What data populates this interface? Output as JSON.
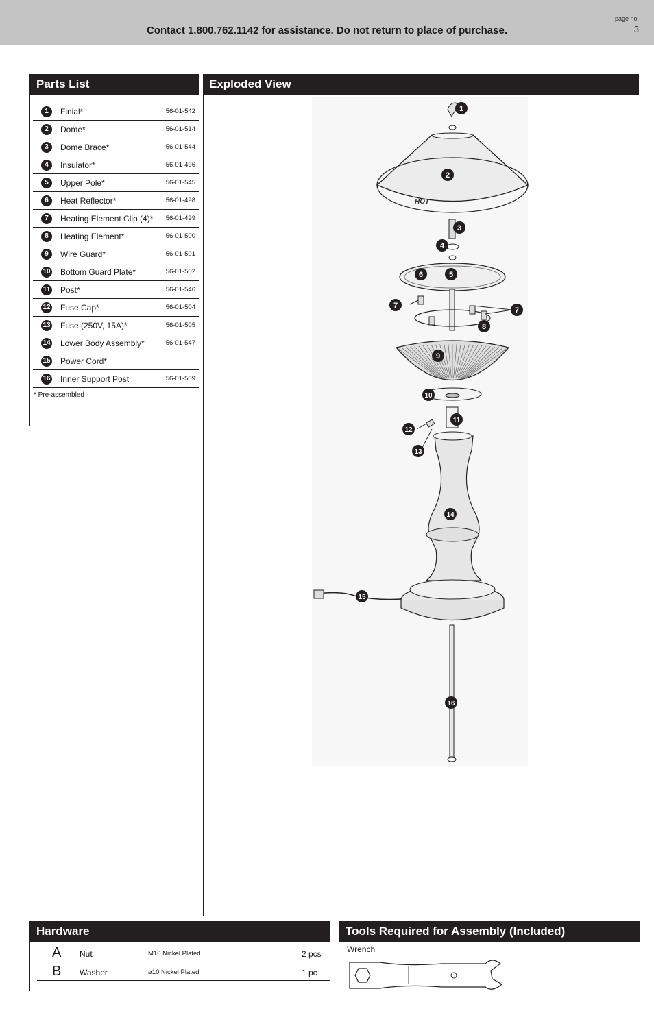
{
  "header": {
    "contact": "Contact 1.800.762.1142 for assistance. Do not return to place of purchase.",
    "page_label": "page no.",
    "page_number": "3"
  },
  "parts_list": {
    "title": "Parts List",
    "items": [
      {
        "num": "1",
        "name": "Finial*",
        "code": "56-01-542"
      },
      {
        "num": "2",
        "name": "Dome*",
        "code": "56-01-514"
      },
      {
        "num": "3",
        "name": "Dome Brace*",
        "code": "56-01-544"
      },
      {
        "num": "4",
        "name": "Insulator*",
        "code": "56-01-496"
      },
      {
        "num": "5",
        "name": "Upper Pole*",
        "code": "56-01-545"
      },
      {
        "num": "6",
        "name": "Heat Reflector*",
        "code": "56-01-498"
      },
      {
        "num": "7",
        "name": "Heating Element Clip (4)*",
        "code": "56-01-499"
      },
      {
        "num": "8",
        "name": "Heating Element*",
        "code": "56-01-500"
      },
      {
        "num": "9",
        "name": "Wire Guard*",
        "code": "56-01-501"
      },
      {
        "num": "10",
        "name": "Bottom Guard Plate*",
        "code": "56-01-502"
      },
      {
        "num": "11",
        "name": "Post*",
        "code": "56-01-546"
      },
      {
        "num": "12",
        "name": "Fuse Cap*",
        "code": "56-01-504"
      },
      {
        "num": "13",
        "name": "Fuse (250V, 15A)*",
        "code": "56-01-505"
      },
      {
        "num": "14",
        "name": "Lower Body Assembly*",
        "code": "56-01-547"
      },
      {
        "num": "15",
        "name": "Power Cord*",
        "code": ""
      },
      {
        "num": "16",
        "name": "Inner Support Post",
        "code": "56-01-509"
      }
    ],
    "footnote": "* Pre-assembled"
  },
  "exploded_view": {
    "title": "Exploded View",
    "dome_label": "HOT",
    "callouts": [
      "1",
      "2",
      "3",
      "4",
      "5",
      "6",
      "7",
      "7",
      "8",
      "9",
      "10",
      "11",
      "12",
      "13",
      "14",
      "15",
      "16"
    ]
  },
  "hardware": {
    "title": "Hardware",
    "items": [
      {
        "letter": "A",
        "name": "Nut",
        "spec": "M10 Nickel Plated",
        "qty": "2 pcs"
      },
      {
        "letter": "B",
        "name": "Washer",
        "spec": "ø10 Nickel Plated",
        "qty": "1 pc"
      }
    ]
  },
  "tools": {
    "title": "Tools Required for Assembly (Included)",
    "items": [
      {
        "name": "Wrench"
      }
    ]
  }
}
